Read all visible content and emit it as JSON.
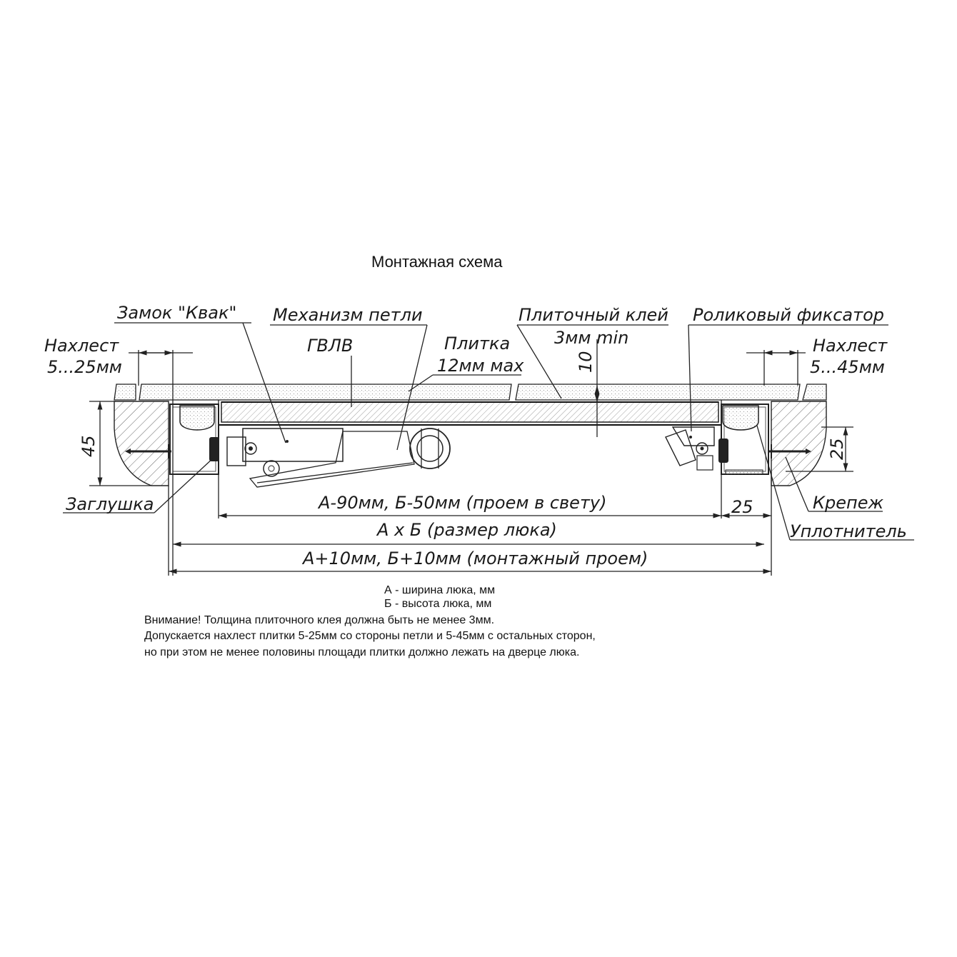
{
  "title": "Монтажная схема",
  "labels": {
    "lock": "Замок \"Квак\"",
    "hinge": "Механизм петли",
    "adhesive_1": "Плиточный клей",
    "adhesive_2": "3мм min",
    "roller": "Роликовый фиксатор",
    "overlap_left_1": "Нахлест",
    "overlap_left_2": "5...25мм",
    "gvlv": "ГВЛВ",
    "tile_1": "Плитка",
    "tile_2": "12мм мах",
    "overlap_right_1": "Нахлест",
    "overlap_right_2": "5...45мм",
    "plug": "Заглушка",
    "fastener": "Крепеж",
    "seal": "Уплотнитель"
  },
  "dimensions": {
    "d10": "10",
    "d45": "45",
    "d25_vertical": "25",
    "d25_horizontal": "25",
    "clear_opening": "А-90мм, Б-50мм (проем в свету)",
    "hatch_size": "А х Б (размер люка)",
    "mount_opening": "А+10мм, Б+10мм (монтажный проем)"
  },
  "legend": {
    "a": "А - ширина люка, мм",
    "b": "Б - высота люка, мм"
  },
  "notes": {
    "line1": "Внимание! Толщина плиточного клея должна быть не менее 3мм.",
    "line2_pre": "Допускается нахлест плитки ",
    "line2_v1": "5-25",
    "line2_mid": "мм со стороны петли и ",
    "line2_v2": "5-45",
    "line2_post": "мм с остальных сторон,",
    "line3": "но при этом не менее половины площади плитки должно лежать на дверце люка."
  }
}
